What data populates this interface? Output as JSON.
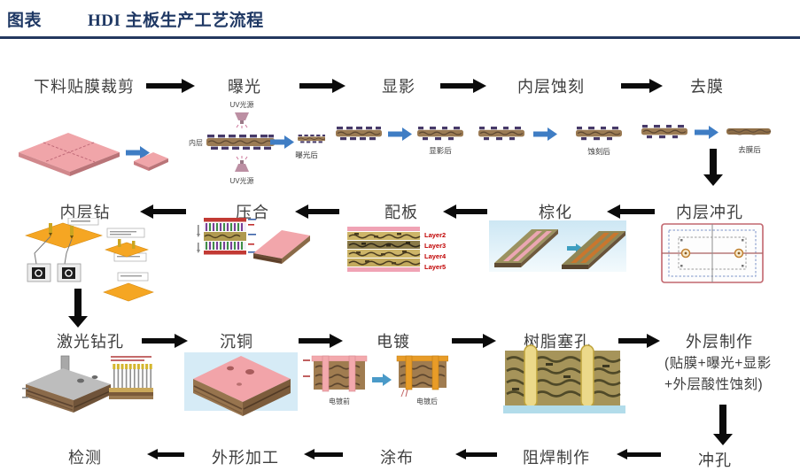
{
  "header": {
    "label": "图表",
    "title": "HDI 主板生产工艺流程"
  },
  "rows": [
    {
      "steps": [
        {
          "label": "下料贴膜裁剪"
        },
        {
          "label": "曝光"
        },
        {
          "label": "显影"
        },
        {
          "label": "内层蚀刻"
        },
        {
          "label": "去膜"
        }
      ]
    },
    {
      "steps": [
        {
          "label": "内层钻"
        },
        {
          "label": "压合"
        },
        {
          "label": "配板"
        },
        {
          "label": "棕化"
        },
        {
          "label": "内层冲孔"
        }
      ]
    },
    {
      "steps": [
        {
          "label": "激光钻孔"
        },
        {
          "label": "沉铜"
        },
        {
          "label": "电镀"
        },
        {
          "label": "树脂塞孔"
        },
        {
          "label": "外层制作",
          "sublabel": "(贴膜+曝光+显影+外层酸性蚀刻)"
        }
      ]
    },
    {
      "steps": [
        {
          "label": "检测"
        },
        {
          "label": "外形加工"
        },
        {
          "label": "涂布"
        },
        {
          "label": "阻焊制作"
        },
        {
          "label": "冲孔"
        }
      ]
    }
  ],
  "annotations": {
    "uv_source": "UV光源",
    "inner_layer": "内层",
    "after_exposure": "曝光后",
    "after_develop": "显影后",
    "after_etch": "蚀刻后",
    "after_strip": "去膜后",
    "layer_labels": [
      "Layer2",
      "Layer3",
      "Layer4",
      "Layer5"
    ],
    "before_plating": "电镀前",
    "after_plating": "电镀后"
  },
  "colors": {
    "title_navy": "#1f3864",
    "label_gray": "#3e3e3e",
    "arrow_black": "#0b0b0b",
    "blue_arrow": "#3f7dc4",
    "layer_label_red": "#c00000",
    "board_pink": "#f0a5a9"
  }
}
